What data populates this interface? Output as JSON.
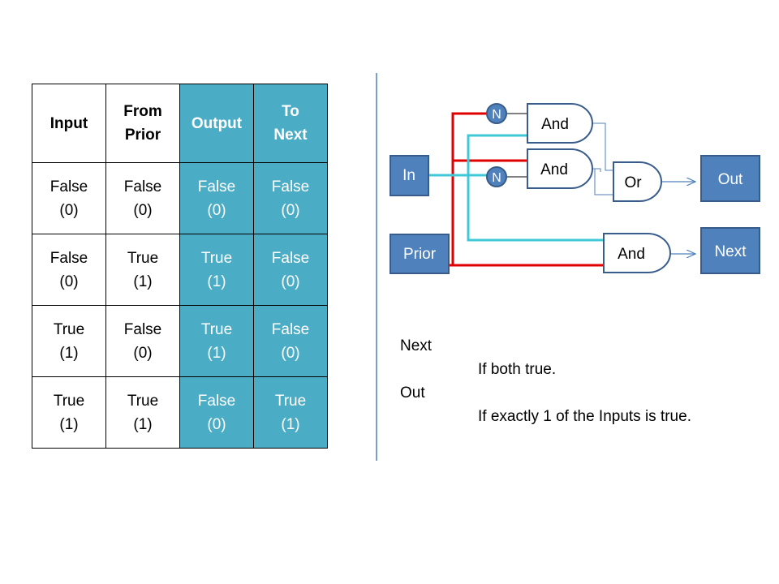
{
  "colors": {
    "highlight_column": "#4bacc6",
    "box_fill": "#4f81bd",
    "box_border": "#385d8a",
    "wire_red": "#e00000",
    "wire_cyan": "#40c8d8",
    "wire_blue": "#4f81bd"
  },
  "table": {
    "headers": [
      {
        "line1": "Input",
        "line2": ""
      },
      {
        "line1": "From",
        "line2": "Prior"
      },
      {
        "line1": "Output",
        "line2": ""
      },
      {
        "line1": "To",
        "line2": "Next"
      }
    ],
    "rows": [
      [
        {
          "v": "False",
          "n": "(0)"
        },
        {
          "v": "False",
          "n": "(0)"
        },
        {
          "v": "False",
          "n": "(0)"
        },
        {
          "v": "False",
          "n": "(0)"
        }
      ],
      [
        {
          "v": "False",
          "n": "(0)"
        },
        {
          "v": "True",
          "n": "(1)"
        },
        {
          "v": "True",
          "n": "(1)"
        },
        {
          "v": "False",
          "n": "(0)"
        }
      ],
      [
        {
          "v": "True",
          "n": "(1)"
        },
        {
          "v": "False",
          "n": "(0)"
        },
        {
          "v": "True",
          "n": "(1)"
        },
        {
          "v": "False",
          "n": "(0)"
        }
      ],
      [
        {
          "v": "True",
          "n": "(1)"
        },
        {
          "v": "True",
          "n": "(1)"
        },
        {
          "v": "False",
          "n": "(0)"
        },
        {
          "v": "True",
          "n": "(1)"
        }
      ]
    ]
  },
  "diagram": {
    "inputs": {
      "in": "In",
      "prior": "Prior"
    },
    "outputs": {
      "out": "Out",
      "next": "Next"
    },
    "gates": {
      "and_top": "And",
      "and_middle": "And",
      "and_bottom": "And",
      "or": "Or",
      "not_top": "N",
      "not_bottom": "N"
    }
  },
  "descriptions": {
    "next_label": "Next",
    "next_text": "If both true.",
    "out_label": "Out",
    "out_text": "If exactly 1 of the Inputs is true."
  }
}
